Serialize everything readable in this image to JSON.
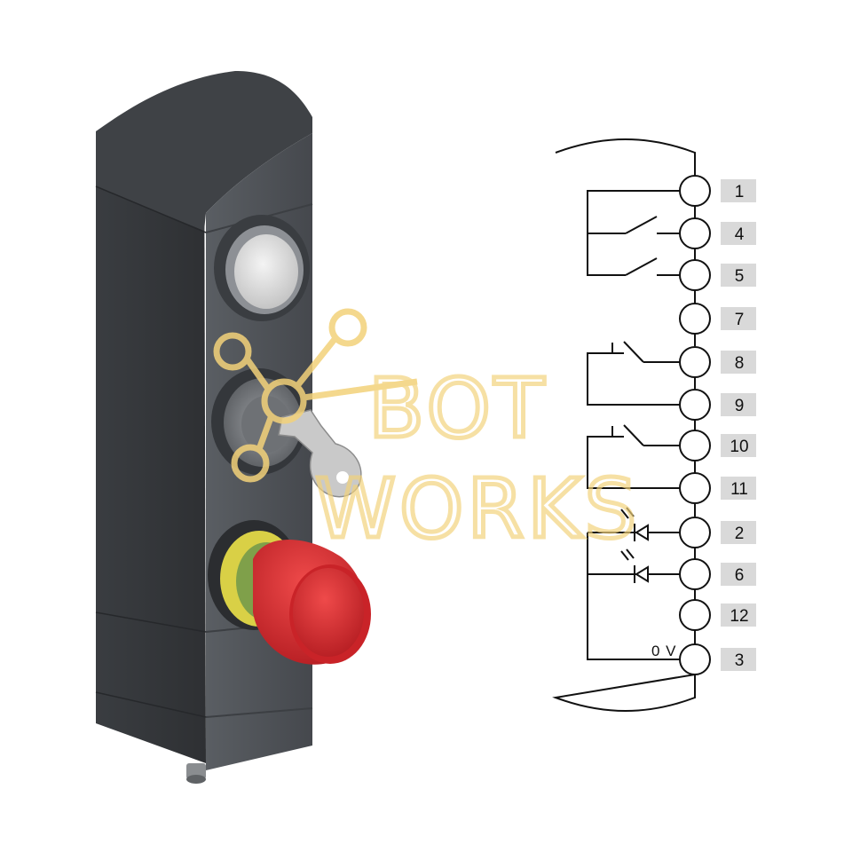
{
  "terminals": [
    {
      "number": "1"
    },
    {
      "number": "4"
    },
    {
      "number": "5"
    },
    {
      "number": "7"
    },
    {
      "number": "8"
    },
    {
      "number": "9"
    },
    {
      "number": "10"
    },
    {
      "number": "11"
    },
    {
      "number": "2"
    },
    {
      "number": "6"
    },
    {
      "number": "12"
    },
    {
      "number": "3"
    }
  ],
  "voltage_label": "0 V",
  "watermark": {
    "line1": "BOT",
    "line2": "WORKS"
  },
  "colors": {
    "housing": "#4a4d52",
    "housing_dark": "#34373b",
    "emergency_red": "#d8262b",
    "ring_yellow": "#d9d046",
    "lamp_white": "#e4e4e4",
    "watermark": "#f3d27a",
    "label_bg": "#d9d9d9"
  },
  "device_parts": [
    "indicator-lamp",
    "key-switch",
    "emergency-stop-button",
    "m12-connector"
  ]
}
